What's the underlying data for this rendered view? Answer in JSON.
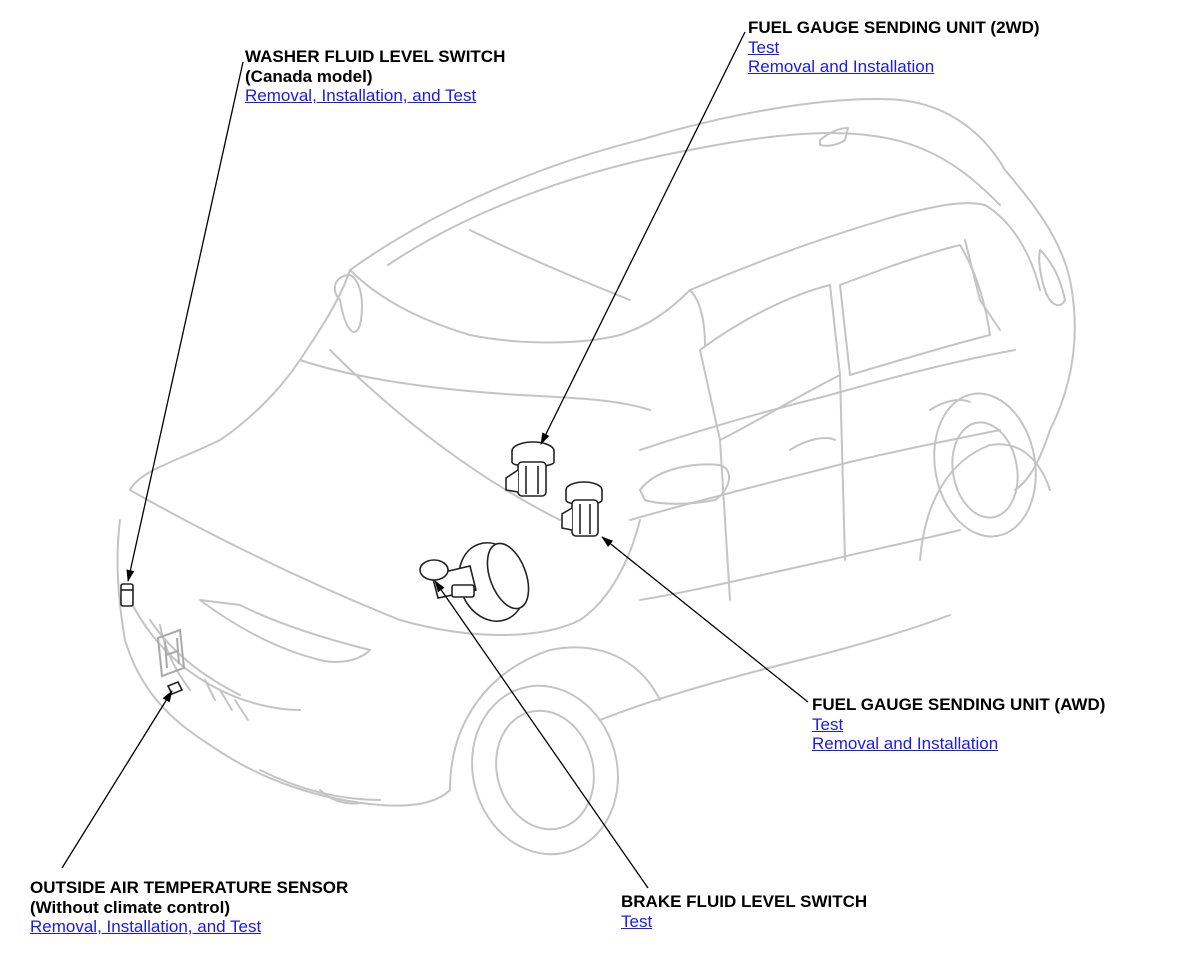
{
  "callouts": {
    "washer": {
      "title": "WASHER FLUID LEVEL SWITCH",
      "subtitle": "(Canada model)",
      "links": [
        "Removal, Installation, and Test"
      ]
    },
    "fuel_2wd": {
      "title": "FUEL GAUGE SENDING UNIT (2WD)",
      "links": [
        "Test",
        "Removal and Installation"
      ]
    },
    "fuel_awd": {
      "title": "FUEL GAUGE SENDING UNIT (AWD)",
      "links": [
        "Test",
        "Removal and Installation"
      ]
    },
    "brake": {
      "title": "BRAKE FLUID LEVEL SWITCH",
      "links": [
        "Test"
      ]
    },
    "oat": {
      "title": "OUTSIDE AIR TEMPERATURE SENSOR",
      "subtitle": "(Without climate control)",
      "links": [
        "Removal, Installation, and Test"
      ]
    }
  },
  "colors": {
    "link": "#1a1aee",
    "car_outline": "#c8c8c8",
    "component_outline": "#222222"
  }
}
